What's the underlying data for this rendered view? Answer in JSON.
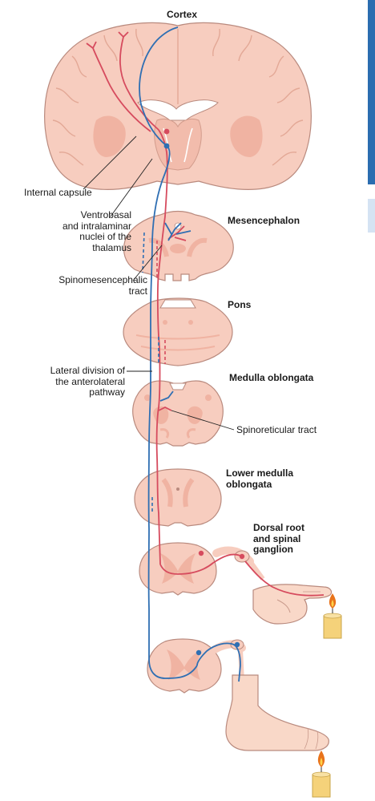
{
  "labels": {
    "cortex": "Cortex",
    "internal_capsule": "Internal capsule",
    "ventrobasal_1": "Ventrobasal",
    "ventrobasal_2": "and intralaminar",
    "ventrobasal_3": "nuclei of the",
    "ventrobasal_4": "thalamus",
    "mesencephalon": "Mesencephalon",
    "spinomesencephalic_1": "Spinomesencephalic",
    "spinomesencephalic_2": "tract",
    "pons": "Pons",
    "lateral_division_1": "Lateral division of",
    "lateral_division_2": "the anterolateral",
    "lateral_division_3": "pathway",
    "medulla": "Medulla oblongata",
    "spinoreticular": "Spinoreticular tract",
    "lower_medulla_1": "Lower medulla",
    "lower_medulla_2": "oblongata",
    "dorsal_root_1": "Dorsal root",
    "dorsal_root_2": "and spinal",
    "dorsal_root_3": "ganglion"
  },
  "colors": {
    "tissue_fill": "#f7cdbf",
    "tissue_dark": "#f0b3a2",
    "tissue_stroke": "#b98a7e",
    "pathway_red": "#d64b5e",
    "pathway_blue": "#2f6fb3",
    "skin": "#f9d8c8",
    "candle": "#f5d27a",
    "flame": "#e8731b",
    "edge_bar_dark": "#2b6db0",
    "edge_bar_light": "#d5e3f3"
  },
  "icons": {
    "candle_upper": "candle-icon",
    "candle_lower": "candle-icon"
  }
}
